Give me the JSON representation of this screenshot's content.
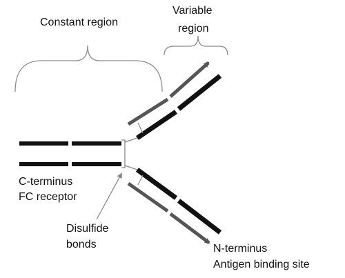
{
  "labels": {
    "constant_region": "Constant region",
    "variable_region_line1": "Variable",
    "variable_region_line2": "region",
    "c_terminus_line1": "C-terminus",
    "c_terminus_line2": "FC receptor",
    "disulfide_line1": "Disulfide",
    "disulfide_line2": "bonds",
    "n_terminus_line1": "N-terminus",
    "n_terminus_line2": "Antigen binding site"
  },
  "colors": {
    "heavy_chain": "#111111",
    "light_chain": "#555555",
    "bracket": "#8c8c8c",
    "pointer": "#888888",
    "text": "#111111"
  }
}
